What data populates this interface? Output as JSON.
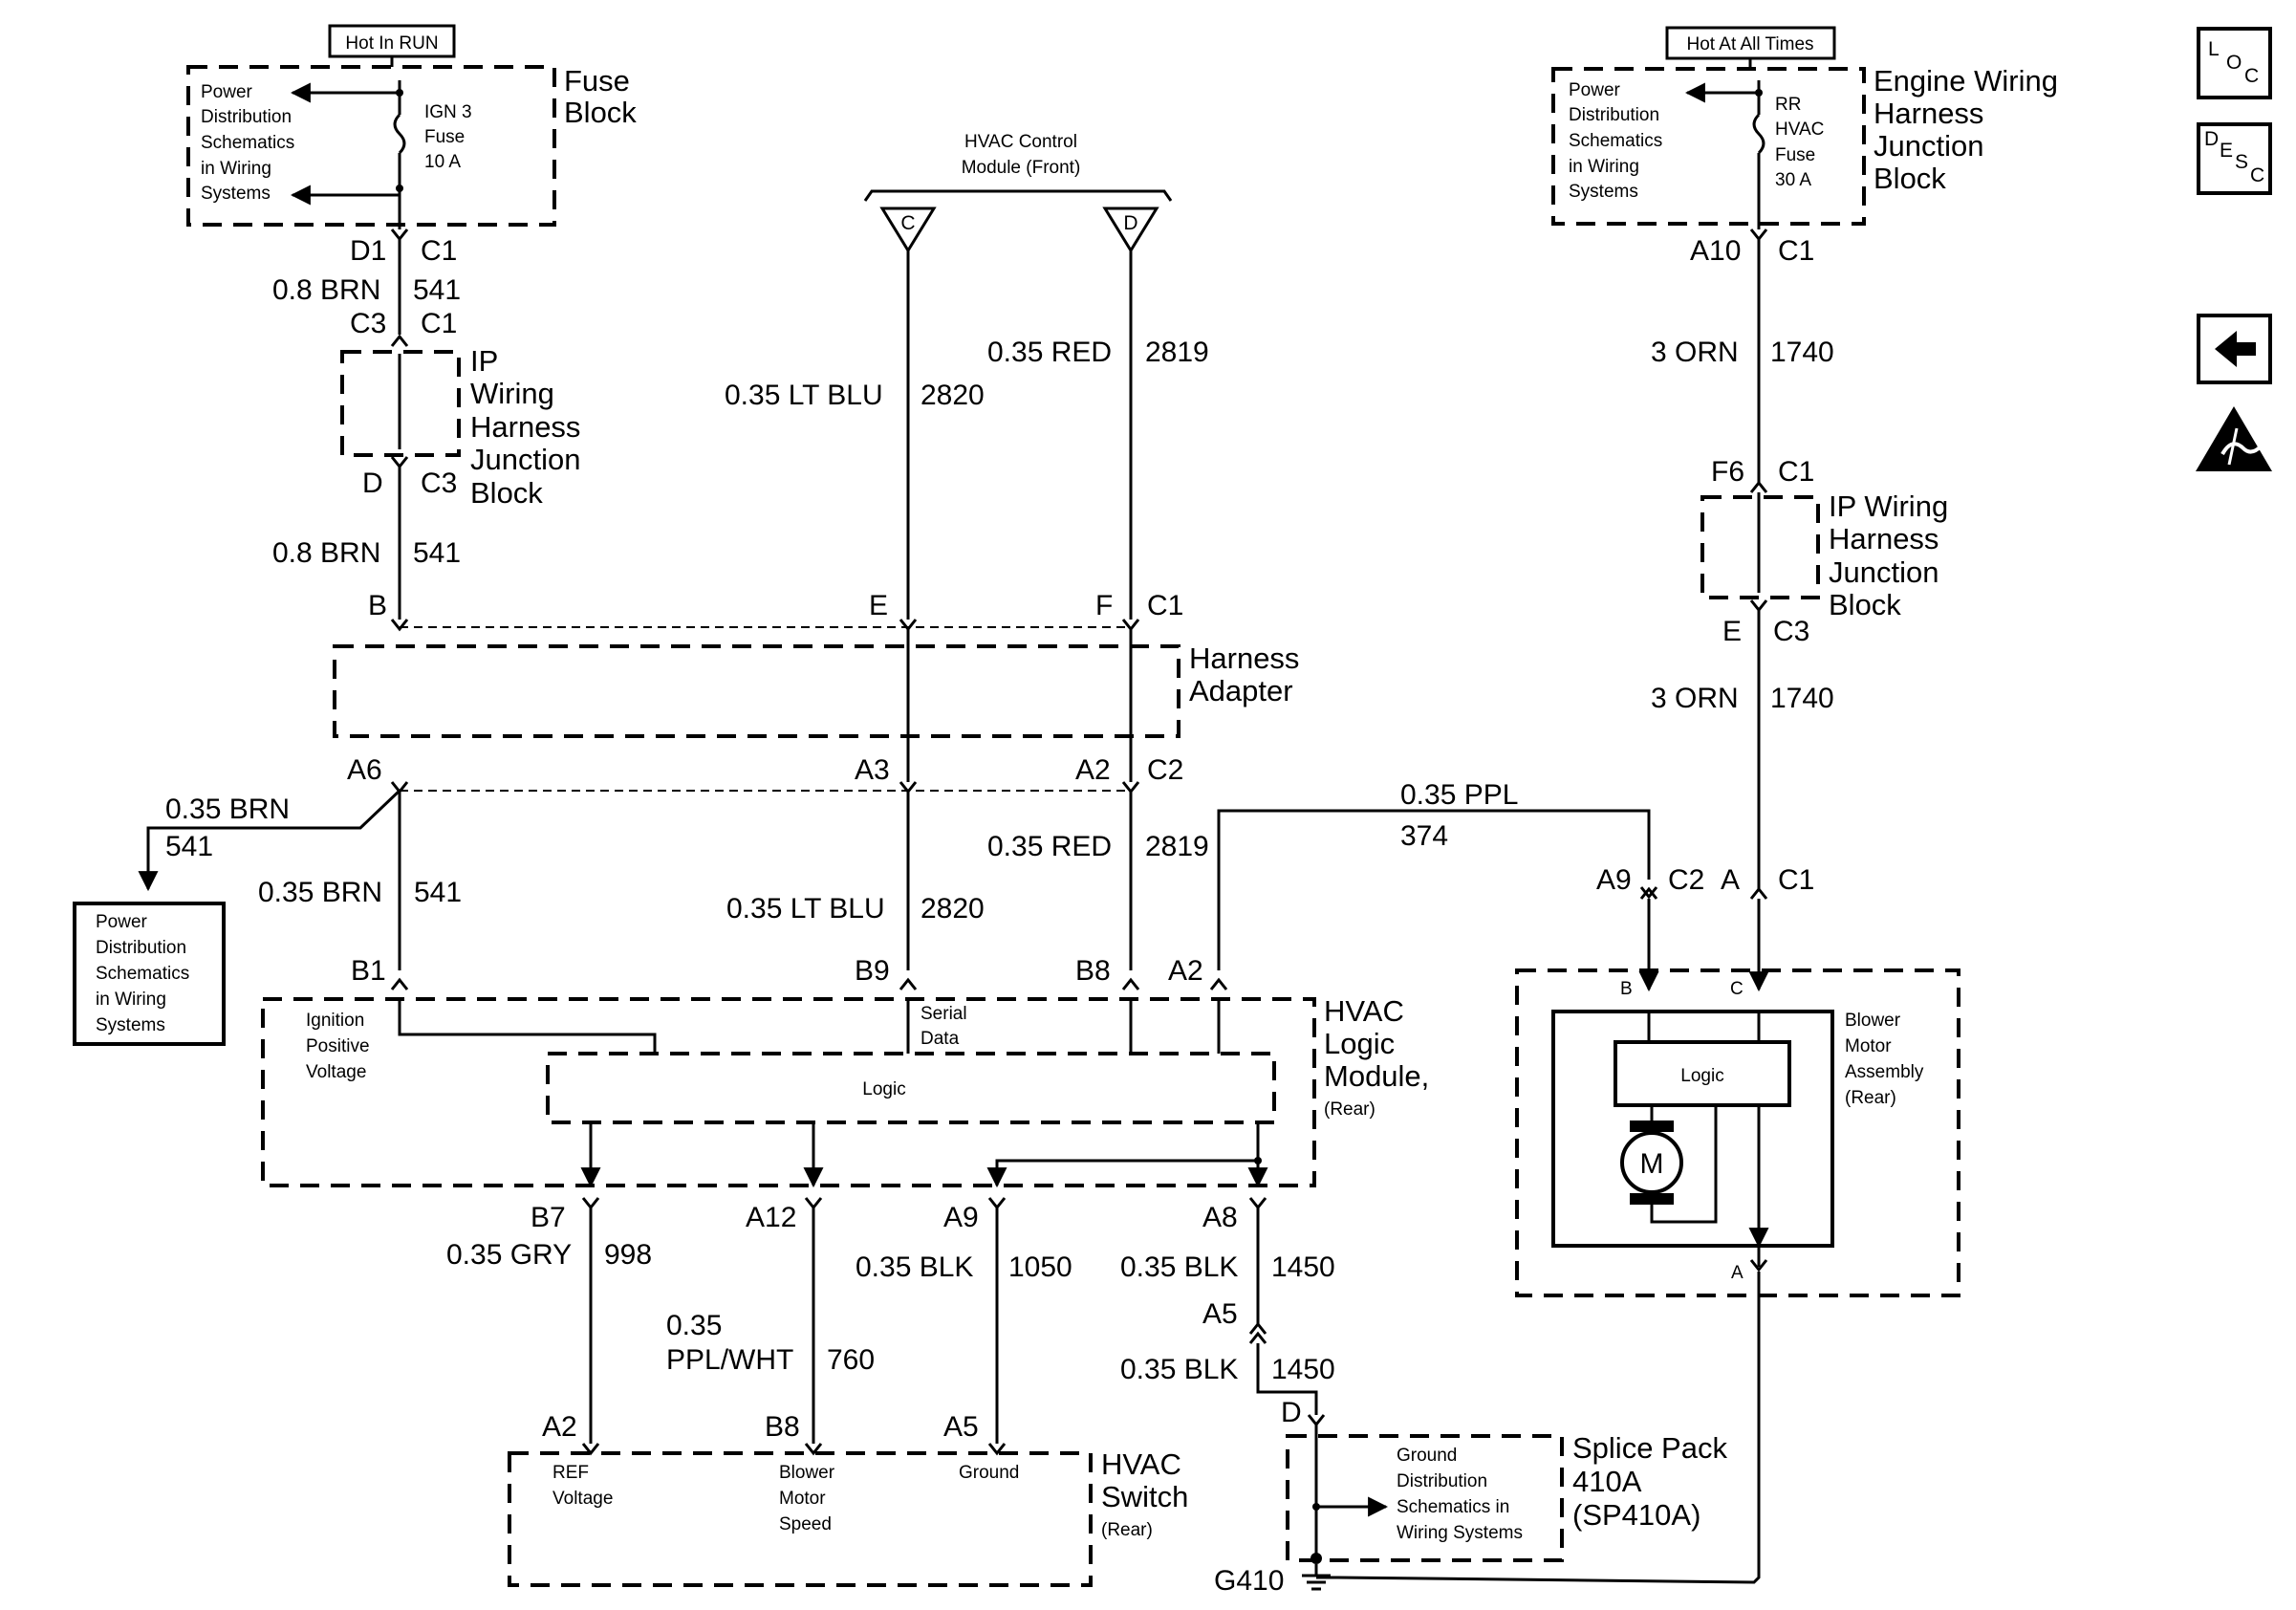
{
  "headers": {
    "hot_in_run": "Hot In RUN",
    "hot_at_all_times": "Hot At All Times"
  },
  "fuse_block": {
    "name": [
      "Fuse",
      "Block"
    ],
    "power_ref": [
      "Power",
      "Distribution",
      "Schematics",
      "in Wiring",
      "Systems"
    ],
    "fuse": [
      "IGN 3",
      "Fuse",
      "10 A"
    ]
  },
  "engine_jb": {
    "name": [
      "Engine Wiring",
      "Harness",
      "Junction",
      "Block"
    ],
    "power_ref": [
      "Power",
      "Distribution",
      "Schematics",
      "in Wiring",
      "Systems"
    ],
    "fuse": [
      "RR",
      "HVAC",
      "Fuse",
      "30 A"
    ]
  },
  "hvac_control": {
    "name": [
      "HVAC Control",
      "Module (Front)"
    ],
    "pin_c": "C",
    "pin_d": "D"
  },
  "ip_jb_left": {
    "name": [
      "IP",
      "Wiring",
      "Harness",
      "Junction",
      "Block"
    ]
  },
  "ip_jb_right": {
    "name": [
      "IP Wiring",
      "Harness",
      "Junction",
      "Block"
    ]
  },
  "harness_adapter": {
    "name": [
      "Harness",
      "Adapter"
    ]
  },
  "hvac_logic": {
    "name": [
      "HVAC",
      "Logic",
      "Module,"
    ],
    "sub": "(Rear)",
    "ign": [
      "Ignition",
      "Positive",
      "Voltage"
    ],
    "serial": [
      "Serial",
      "Data"
    ],
    "logic": "Logic"
  },
  "hvac_switch": {
    "name": [
      "HVAC",
      "Switch"
    ],
    "sub": "(Rear)",
    "ref": [
      "REF",
      "Voltage"
    ],
    "blower": [
      "Blower",
      "Motor",
      "Speed"
    ],
    "ground": "Ground"
  },
  "blower_motor": {
    "name": [
      "Blower",
      "Motor",
      "Assembly",
      "(Rear)"
    ],
    "logic": "Logic",
    "motor": "M"
  },
  "splice_pack": {
    "name": [
      "Splice Pack",
      "410A",
      "(SP410A)"
    ],
    "ground_ref": [
      "Ground",
      "Distribution",
      "Schematics in",
      "Wiring Systems"
    ],
    "ground_label": "G410"
  },
  "power_dist_left": {
    "lines": [
      "Power",
      "Distribution",
      "Schematics",
      "in Wiring",
      "Systems"
    ]
  },
  "connectors": {
    "d1": "D1",
    "c1a": "C1",
    "c3a": "C3",
    "c1b": "C1",
    "d": "D",
    "c3b": "C3",
    "b": "B",
    "e": "E",
    "f": "F",
    "c1c": "C1",
    "a6": "A6",
    "a3": "A3",
    "a2a": "A2",
    "c2a": "C2",
    "b1": "B1",
    "b9": "B9",
    "b8a": "B8",
    "a2b": "A2",
    "b7": "B7",
    "a12": "A12",
    "a9a": "A9",
    "a8": "A8",
    "a5a": "A5",
    "d2": "D",
    "a2c": "A2",
    "b8b": "B8",
    "a5b": "A5",
    "a10": "A10",
    "c1d": "C1",
    "f6": "F6",
    "c1e": "C1",
    "e2": "E",
    "c3c": "C3",
    "a9b": "A9",
    "c2b": "C2",
    "a": "A",
    "c1f": "C1",
    "bm_b": "B",
    "bm_c": "C",
    "bm_a": "A"
  },
  "wires": {
    "brn_a_size": "0.8 BRN",
    "brn_a_ckt": "541",
    "brn_b_size": "0.8 BRN",
    "brn_b_ckt": "541",
    "brn_c_size": "0.35 BRN",
    "brn_c_ckt": "541",
    "brn_d_size": "0.35 BRN",
    "brn_d_ckt": "541",
    "ltblu_a_size": "0.35 LT BLU",
    "ltblu_a_ckt": "2820",
    "ltblu_b_size": "0.35 LT BLU",
    "ltblu_b_ckt": "2820",
    "red_a_size": "0.35 RED",
    "red_a_ckt": "2819",
    "red_b_size": "0.35 RED",
    "red_b_ckt": "2819",
    "ppl_size": "0.35 PPL",
    "ppl_ckt": "374",
    "orn_a_size": "3 ORN",
    "orn_a_ckt": "1740",
    "orn_b_size": "3 ORN",
    "orn_b_ckt": "1740",
    "gry_size": "0.35 GRY",
    "gry_ckt": "998",
    "pplwht_size1": "0.35",
    "pplwht_size2": "PPL/WHT",
    "pplwht_ckt": "760",
    "blk_a_size": "0.35 BLK",
    "blk_a_ckt": "1050",
    "blk_b_size": "0.35 BLK",
    "blk_b_ckt": "1450",
    "blk_c_size": "0.35 BLK",
    "blk_c_ckt": "1450"
  },
  "side_buttons": {
    "loc": [
      "L",
      "O",
      "C"
    ],
    "desc": [
      "D",
      "E",
      "S",
      "C"
    ]
  }
}
